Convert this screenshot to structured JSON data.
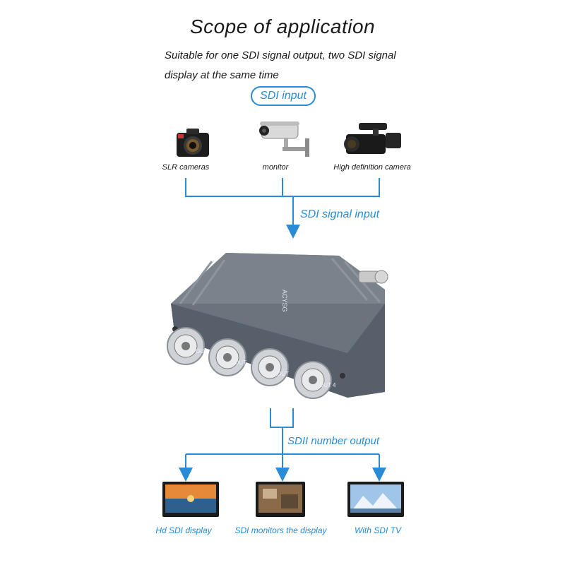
{
  "title": "Scope of application",
  "description": {
    "line1": "Suitable for one SDI signal output, two SDI signal",
    "line2": "display at the same time"
  },
  "input_badge": "SDI input",
  "sources": [
    {
      "label": "SLR cameras",
      "icon": "slr-camera-icon"
    },
    {
      "label": "monitor",
      "icon": "security-camera-icon"
    },
    {
      "label": "High definition camera",
      "icon": "camcorder-icon"
    }
  ],
  "signal_input_label": "SDI signal input",
  "device": {
    "ports": [
      "OUT",
      "OUT",
      "OUT",
      "OUT 4"
    ],
    "color": "#5d6670"
  },
  "output_label": "SDII number output",
  "outputs": [
    {
      "label": "Hd SDI display",
      "icon": "hd-display-icon"
    },
    {
      "label": "SDI monitors the display",
      "icon": "monitor-display-icon"
    },
    {
      "label": "With SDI TV",
      "icon": "tv-display-icon"
    }
  ],
  "colors": {
    "accent": "#2a8bd6"
  }
}
